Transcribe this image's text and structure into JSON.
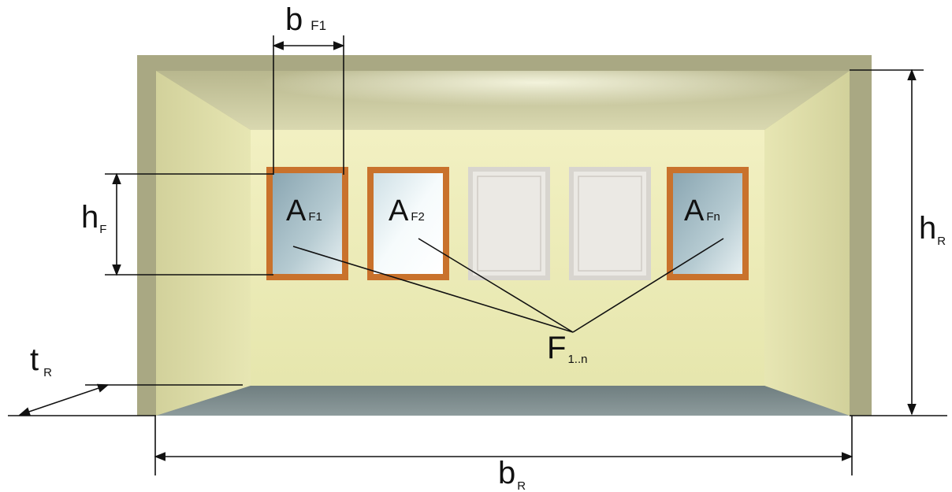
{
  "colors": {
    "frame": "#c9722c",
    "glass_dark": "#7f9aa6",
    "glass_light": "#dce9ee",
    "wall_back": "#ecebb8",
    "wall_side": "#d8d8a0",
    "ceiling": "#c7c59a",
    "floor": "#7d8c8e",
    "outer_border": "#a9a883",
    "line": "#111111"
  },
  "labels": {
    "b_F1": {
      "main": "b",
      "sub": "F1"
    },
    "h_F": {
      "main": "h",
      "sub": "F"
    },
    "h_R": {
      "main": "h",
      "sub": "R"
    },
    "t_R": {
      "main": "t",
      "sub": "R"
    },
    "b_R": {
      "main": "b",
      "sub": "R"
    },
    "F_1n": {
      "main": "F",
      "sub": "1..n"
    }
  },
  "windows": [
    {
      "id": "A_F1",
      "main": "A",
      "sub": "F1",
      "style": "dark"
    },
    {
      "id": "A_F2",
      "main": "A",
      "sub": "F2",
      "style": "light"
    },
    {
      "id": "W3",
      "main": "",
      "sub": "",
      "style": "faded"
    },
    {
      "id": "W4",
      "main": "",
      "sub": "",
      "style": "faded"
    },
    {
      "id": "A_Fn",
      "main": "A",
      "sub": "Fn",
      "style": "dark"
    }
  ]
}
